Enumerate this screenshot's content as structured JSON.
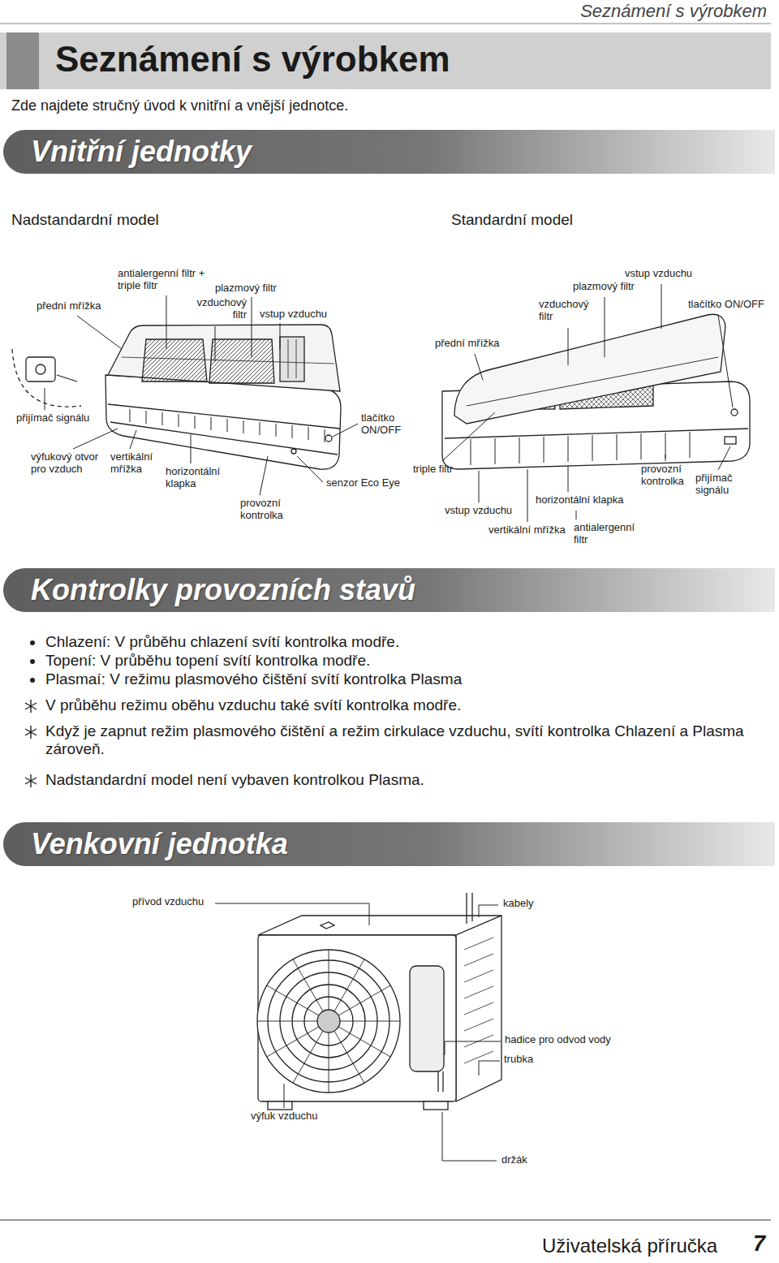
{
  "diagram": {
    "title": "Seznámení s výrobkem",
    "nodes": [
      {
        "text": [
          "Vnitřní jednotky"
        ]
      },
      {
        "text": [
          "Kontrolky provozních stavů"
        ]
      },
      {
        "text": [
          "Venkovní jednotka"
        ]
      }
    ],
    "labels": [
      "Seznámení s výrobkem",
      "Zde najdete stručný úvod k vnitřní a vnější jednotce.",
      "Nadstandardní model",
      "Standardní model",
      "antialergenní filtr + triple filtr",
      "plazmový filtr",
      "přední mřížka",
      "vzduchový filtr",
      "vstup vzduchu",
      "vstup vzduchu",
      "plazmový filtr",
      "tlačítko ON/OFF",
      "vzduchový filtr",
      "přední mřížka",
      "přijímač signálu",
      "tlačítko ON/OFF",
      "výfukový otvor pro vzduch",
      "vertikální mřížka",
      "horizontální klapka",
      "provozní kontrolka",
      "senzor Eco Eye",
      "triple filtr",
      "vstup vzduchu",
      "horizontální klapka",
      "provozní kontrolka",
      "přijímač signálu",
      "vertikální mřížka",
      "antialergenní filtr",
      "Chlazení: V průběhu chlazení svítí kontrolka modře.",
      "Topení: V průběhu topení svítí kontrolka modře.",
      "Plasmaí: V režimu plasmového čištění svítí kontrolka Plasma",
      "V průběhu režimu oběhu vzduchu také svítí kontrolka modře.",
      "Když je zapnut režim plasmového čištění a režim cirkulace vzduchu, svítí kontrolka Chlazení a Plasma zároveň.",
      "Nadstandardní model není vybaven kontrolkou Plasma.",
      "přívod vzduchu",
      "kabely",
      "hadice pro odvod vody",
      "trubka",
      "výfuk vzduchu",
      "držák",
      "Uživatelská příručka",
      "7"
    ]
  }
}
